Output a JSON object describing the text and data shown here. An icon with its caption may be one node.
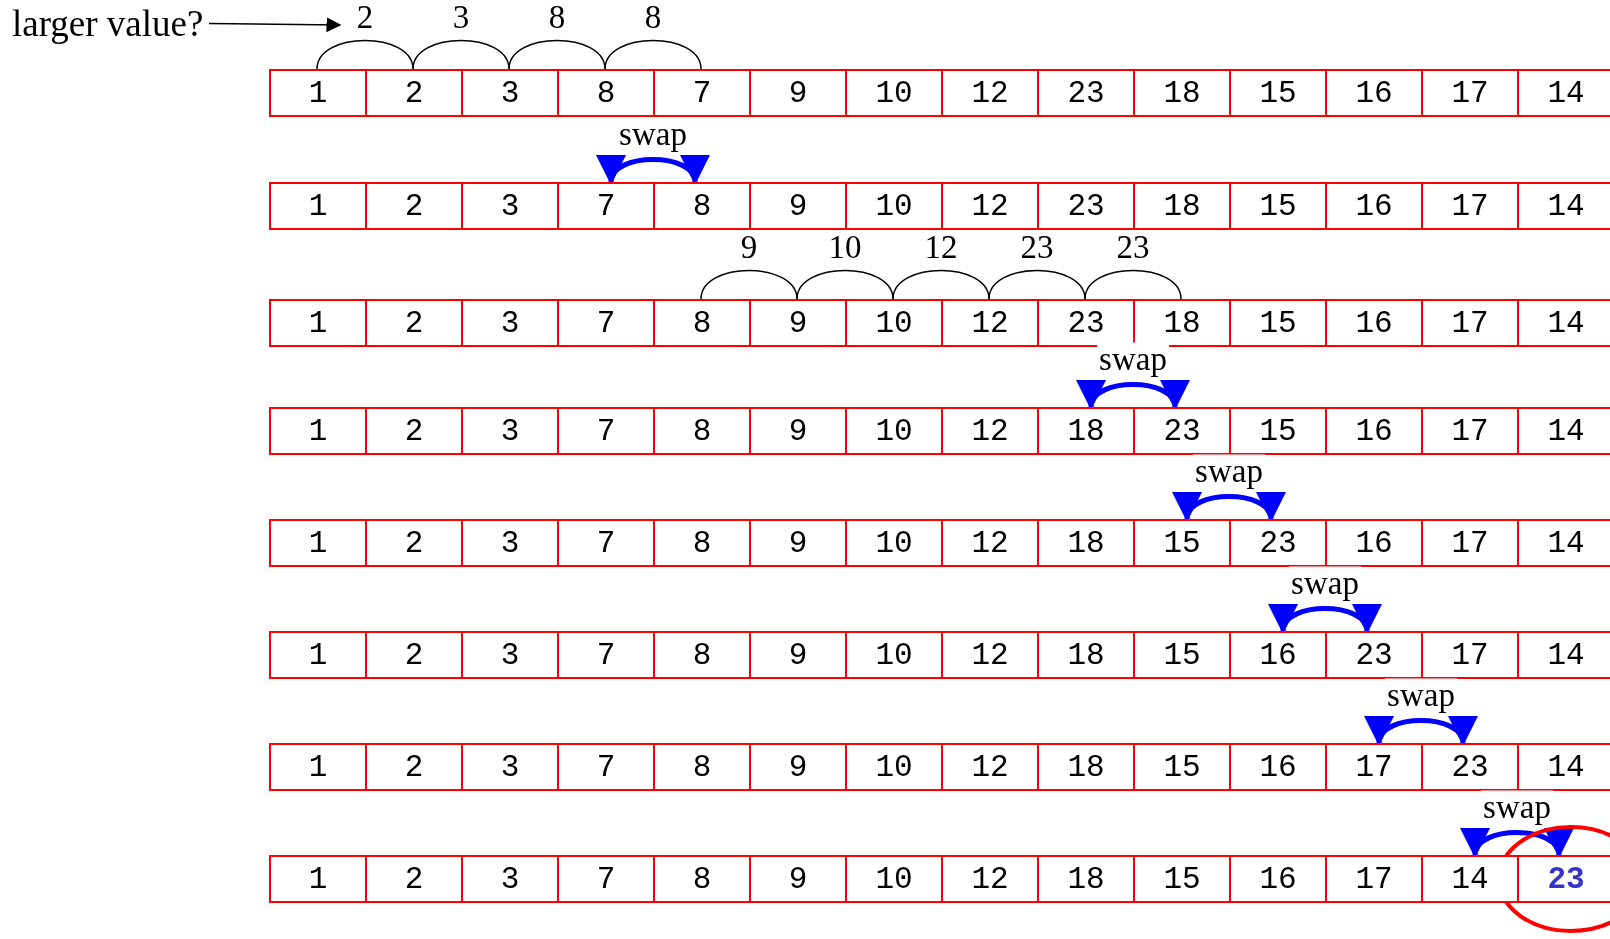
{
  "diagram": {
    "nodes": [
      {
        "text": [
          "larger value?"
        ]
      },
      {
        "text": [
          "1"
        ]
      },
      {
        "text": [
          "2"
        ]
      },
      {
        "text": [
          "3"
        ]
      },
      {
        "text": [
          "8"
        ]
      },
      {
        "text": [
          "7"
        ]
      },
      {
        "text": [
          "9"
        ]
      },
      {
        "text": [
          "10"
        ]
      },
      {
        "text": [
          "12"
        ]
      },
      {
        "text": [
          "23"
        ]
      },
      {
        "text": [
          "18"
        ]
      },
      {
        "text": [
          "15"
        ]
      },
      {
        "text": [
          "16"
        ]
      },
      {
        "text": [
          "17"
        ]
      },
      {
        "text": [
          "14"
        ]
      },
      {
        "text": [
          "1"
        ]
      },
      {
        "text": [
          "2"
        ]
      },
      {
        "text": [
          "3"
        ]
      },
      {
        "text": [
          "7"
        ]
      },
      {
        "text": [
          "8"
        ]
      },
      {
        "text": [
          "9"
        ]
      },
      {
        "text": [
          "10"
        ]
      },
      {
        "text": [
          "12"
        ]
      },
      {
        "text": [
          "23"
        ]
      },
      {
        "text": [
          "18"
        ]
      },
      {
        "text": [
          "15"
        ]
      },
      {
        "text": [
          "16"
        ]
      },
      {
        "text": [
          "17"
        ]
      },
      {
        "text": [
          "14"
        ]
      },
      {
        "text": [
          "1"
        ]
      },
      {
        "text": [
          "2"
        ]
      },
      {
        "text": [
          "3"
        ]
      },
      {
        "text": [
          "7"
        ]
      },
      {
        "text": [
          "8"
        ]
      },
      {
        "text": [
          "9"
        ]
      },
      {
        "text": [
          "10"
        ]
      },
      {
        "text": [
          "12"
        ]
      },
      {
        "text": [
          "23"
        ]
      },
      {
        "text": [
          "18"
        ]
      },
      {
        "text": [
          "15"
        ]
      },
      {
        "text": [
          "16"
        ]
      },
      {
        "text": [
          "17"
        ]
      },
      {
        "text": [
          "14"
        ]
      },
      {
        "text": [
          "1"
        ]
      },
      {
        "text": [
          "2"
        ]
      },
      {
        "text": [
          "3"
        ]
      },
      {
        "text": [
          "7"
        ]
      },
      {
        "text": [
          "8"
        ]
      },
      {
        "text": [
          "9"
        ]
      },
      {
        "text": [
          "10"
        ]
      },
      {
        "text": [
          "12"
        ]
      },
      {
        "text": [
          "18"
        ]
      },
      {
        "text": [
          "23"
        ]
      },
      {
        "text": [
          "15"
        ]
      },
      {
        "text": [
          "16"
        ]
      },
      {
        "text": [
          "17"
        ]
      },
      {
        "text": [
          "14"
        ]
      },
      {
        "text": [
          "1"
        ]
      },
      {
        "text": [
          "2"
        ]
      },
      {
        "text": [
          "3"
        ]
      },
      {
        "text": [
          "7"
        ]
      },
      {
        "text": [
          "8"
        ]
      },
      {
        "text": [
          "9"
        ]
      },
      {
        "text": [
          "10"
        ]
      },
      {
        "text": [
          "12"
        ]
      },
      {
        "text": [
          "18"
        ]
      },
      {
        "text": [
          "15"
        ]
      },
      {
        "text": [
          "23"
        ]
      },
      {
        "text": [
          "16"
        ]
      },
      {
        "text": [
          "17"
        ]
      },
      {
        "text": [
          "14"
        ]
      },
      {
        "text": [
          "1"
        ]
      },
      {
        "text": [
          "2"
        ]
      },
      {
        "text": [
          "3"
        ]
      },
      {
        "text": [
          "7"
        ]
      },
      {
        "text": [
          "8"
        ]
      },
      {
        "text": [
          "9"
        ]
      },
      {
        "text": [
          "10"
        ]
      },
      {
        "text": [
          "12"
        ]
      },
      {
        "text": [
          "18"
        ]
      },
      {
        "text": [
          "15"
        ]
      },
      {
        "text": [
          "16"
        ]
      },
      {
        "text": [
          "23"
        ]
      },
      {
        "text": [
          "17"
        ]
      },
      {
        "text": [
          "14"
        ]
      },
      {
        "text": [
          "1"
        ]
      },
      {
        "text": [
          "2"
        ]
      },
      {
        "text": [
          "3"
        ]
      },
      {
        "text": [
          "7"
        ]
      },
      {
        "text": [
          "8"
        ]
      },
      {
        "text": [
          "9"
        ]
      },
      {
        "text": [
          "10"
        ]
      },
      {
        "text": [
          "12"
        ]
      },
      {
        "text": [
          "18"
        ]
      },
      {
        "text": [
          "15"
        ]
      },
      {
        "text": [
          "16"
        ]
      },
      {
        "text": [
          "17"
        ]
      },
      {
        "text": [
          "23"
        ]
      },
      {
        "text": [
          "14"
        ]
      },
      {
        "text": [
          "1"
        ]
      },
      {
        "text": [
          "2"
        ]
      },
      {
        "text": [
          "3"
        ]
      },
      {
        "text": [
          "7"
        ]
      },
      {
        "text": [
          "8"
        ]
      },
      {
        "text": [
          "9"
        ]
      },
      {
        "text": [
          "10"
        ]
      },
      {
        "text": [
          "12"
        ]
      },
      {
        "text": [
          "18"
        ]
      },
      {
        "text": [
          "15"
        ]
      },
      {
        "text": [
          "16"
        ]
      },
      {
        "text": [
          "17"
        ]
      },
      {
        "text": [
          "14"
        ]
      },
      {
        "text": [
          "23"
        ]
      }
    ],
    "edges": [
      {
        "from": 0,
        "to": null,
        "arrow": "to"
      },
      {
        "from": 1,
        "to": 2,
        "arrow": "none",
        "label": "2"
      },
      {
        "from": 2,
        "to": 3,
        "arrow": "none",
        "label": "3"
      },
      {
        "from": 3,
        "to": 4,
        "arrow": "none",
        "label": "8"
      },
      {
        "from": 4,
        "to": 5,
        "arrow": "none",
        "label": "8"
      },
      {
        "from": 18,
        "to": 19,
        "arrow": "both",
        "label": "swap",
        "style": "thick",
        "color": "#0000ff"
      },
      {
        "from": 33,
        "to": 34,
        "arrow": "none",
        "label": "9"
      },
      {
        "from": 34,
        "to": 35,
        "arrow": "none",
        "label": "10"
      },
      {
        "from": 35,
        "to": 36,
        "arrow": "none",
        "label": "12"
      },
      {
        "from": 36,
        "to": 37,
        "arrow": "none",
        "label": "23"
      },
      {
        "from": 37,
        "to": 38,
        "arrow": "none",
        "label": "23"
      },
      {
        "from": 51,
        "to": 52,
        "arrow": "both",
        "label": "swap",
        "style": "thick",
        "color": "#0000ff"
      },
      {
        "from": 66,
        "to": 67,
        "arrow": "both",
        "label": "swap",
        "style": "thick",
        "color": "#0000ff"
      },
      {
        "from": 81,
        "to": 82,
        "arrow": "both",
        "label": "swap",
        "style": "thick",
        "color": "#0000ff"
      },
      {
        "from": 96,
        "to": 97,
        "arrow": "both",
        "label": "swap",
        "style": "thick",
        "color": "#0000ff"
      },
      {
        "from": 111,
        "to": 112,
        "arrow": "both",
        "label": "swap",
        "style": "thick",
        "color": "#0000ff"
      }
    ]
  }
}
